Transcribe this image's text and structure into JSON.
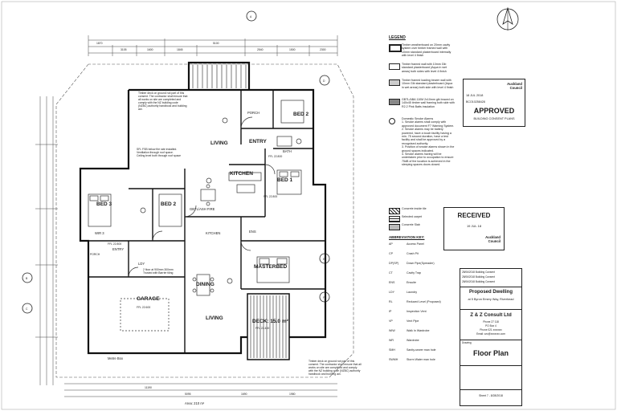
{
  "legend": {
    "title": "LEGEND",
    "items": [
      {
        "text": "Timber weatherboard on 20mm cavity system over timber framed wall with 10mm standard plasterboard internally with level 4 finish"
      },
      {
        "text": "Timber framed wall with 10mm Gib standard plasterboard (Aqua in wet areas) both sides with level 4 finish"
      },
      {
        "text": "Timber framed loading bearer wall with 10mm Gib standard plasterboard (Aqua in wet areas) both side with level 4 finish"
      },
      {
        "text": "GBTL/ABA 110M 2x10mm gib braced on 140x45 timber wall framing both side with R2.2 Pink Batts insulation"
      },
      {
        "text": "Domestic Smoke Alarms\n1. Smoke alarms shall comply with approved document F7 Warning System.\n2. Smoke alarms may be battery powered, have a touch facility having a min. 75 second duration, have a test facility and shall be approved by a recognised authority.\n3. Position of smoke alarms shown in the ground spaces indicated.\n4. Smoke alarms having will be undertaken prior to occupation to ensure 75dB of the location is achieved in the sleeping spaces doors closed."
      },
      {
        "text": "Concrete inside tile"
      },
      {
        "text": "Selected carpet"
      },
      {
        "text": "Concrete Slab"
      }
    ]
  },
  "abbreviations": {
    "title": "ABBREVIATION KEY:",
    "items": [
      {
        "k": "AP",
        "v": "Access Panel"
      },
      {
        "k": "CP",
        "v": "Crash Pit"
      },
      {
        "k": "DP(SP)",
        "v": "Down Pipe(Spreader)"
      },
      {
        "k": "CT",
        "v": "Cavity Trap"
      },
      {
        "k": "ENS",
        "v": "Ensuite"
      },
      {
        "k": "LDY",
        "v": "Laundry"
      },
      {
        "k": "RL",
        "v": "Reduced Level (Proposed)"
      },
      {
        "k": "IP",
        "v": "Inspection Vent"
      },
      {
        "k": "VP",
        "v": "Vent Pipe"
      },
      {
        "k": "WIW",
        "v": "Walk In Wardrobe"
      },
      {
        "k": "WR",
        "v": "Wardrobe"
      },
      {
        "k": "SMH",
        "v": "Sanity-sewer man hole"
      },
      {
        "k": "SWMH",
        "v": "Storm Water man hole"
      }
    ]
  },
  "approved_stamp": {
    "council": "Auckland Council",
    "date": "18 JUL 2018",
    "ref": "BCO10258428",
    "status": "APPROVED",
    "caption": "BUILDING CONSENT PLANS"
  },
  "received_stamp": {
    "status": "RECEIVED",
    "date": "19 JUL 18",
    "council": "Auckland Council"
  },
  "title_block": {
    "project": "Proposed Dwelling",
    "address": "at 5 Byron Emery Way, Riverhead",
    "company": "Z & Z Consult Ltd",
    "company_lines": [
      "Phone 27 118",
      "PO Box 4",
      "Phone 021 xxxxxxx",
      "Email: zzc@xxxxxxx.com"
    ],
    "drawing": "Floor Plan",
    "revision_label": "Drawing",
    "sheet": "Sheet 7 - 8/28/2018",
    "rev_rows": [
      "28/06/2018 Building Consent",
      "28/06/2018 Building Consent",
      "28/06/2018 Building Consent"
    ]
  },
  "plan": {
    "rooms": {
      "living_top": "LIVING",
      "entry": "ENTRY",
      "porch_top": "PORCH",
      "bed2_top": "BED 2",
      "bath": "BATH",
      "kitchen": "KITCHEN",
      "bed1": "BED 1",
      "bed3": "BED 3",
      "bed2": "BED 2",
      "gstlash_fire": "GBTL/ASH FIRE",
      "wir_left": "WIR 3",
      "entry_left": "ENTRY",
      "porch_left": "PORCH",
      "ldy": "LDY",
      "kitchen2": "KITCHEN",
      "masterbed": "MASTERBED",
      "dining": "DINING",
      "garage": "GARAGE",
      "living": "LIVING",
      "deck": "DECK: 15.0 m²",
      "meter_box": "Metre Box",
      "ens": "ENS"
    },
    "levels": {
      "ffl_top": "FFL 22.800",
      "ffl_mid": "FFL 22.800",
      "ffl_garage": "FFL 22.600",
      "ffl_deck": "FFL 22.400",
      "ffl_left": "FFL 22.800"
    },
    "area_label": "Area: 210 m²",
    "notes": {
      "top_left": "Timber deck on ground not part of this consent. The contractor shall ensure that all works on site are completed and comply with the NZ building code (NZBC) authority handbook and building act.",
      "left_mid": "SFL FSB below fire rate installed. Ventilation through roof space. Ceiling level both through roof space",
      "bottom_right": "Timber deck on ground not part of this consent. The contractor shall ensure that all works on site are completed and comply with the NZ building code (NZBC) authority handbook and building act.",
      "gstlash_note": "2 floor at 900mm 300mm Trusted with Barrier tiling"
    },
    "section_markers": [
      "A",
      "B",
      "C",
      "D",
      "E",
      "F"
    ],
    "dims_top": [
      "1870",
      "3105",
      "1600",
      "1845",
      "5100",
      "2540",
      "1500",
      "2300"
    ],
    "dims_bottom": [
      "11190",
      "5095",
      "1690",
      "1980"
    ]
  }
}
